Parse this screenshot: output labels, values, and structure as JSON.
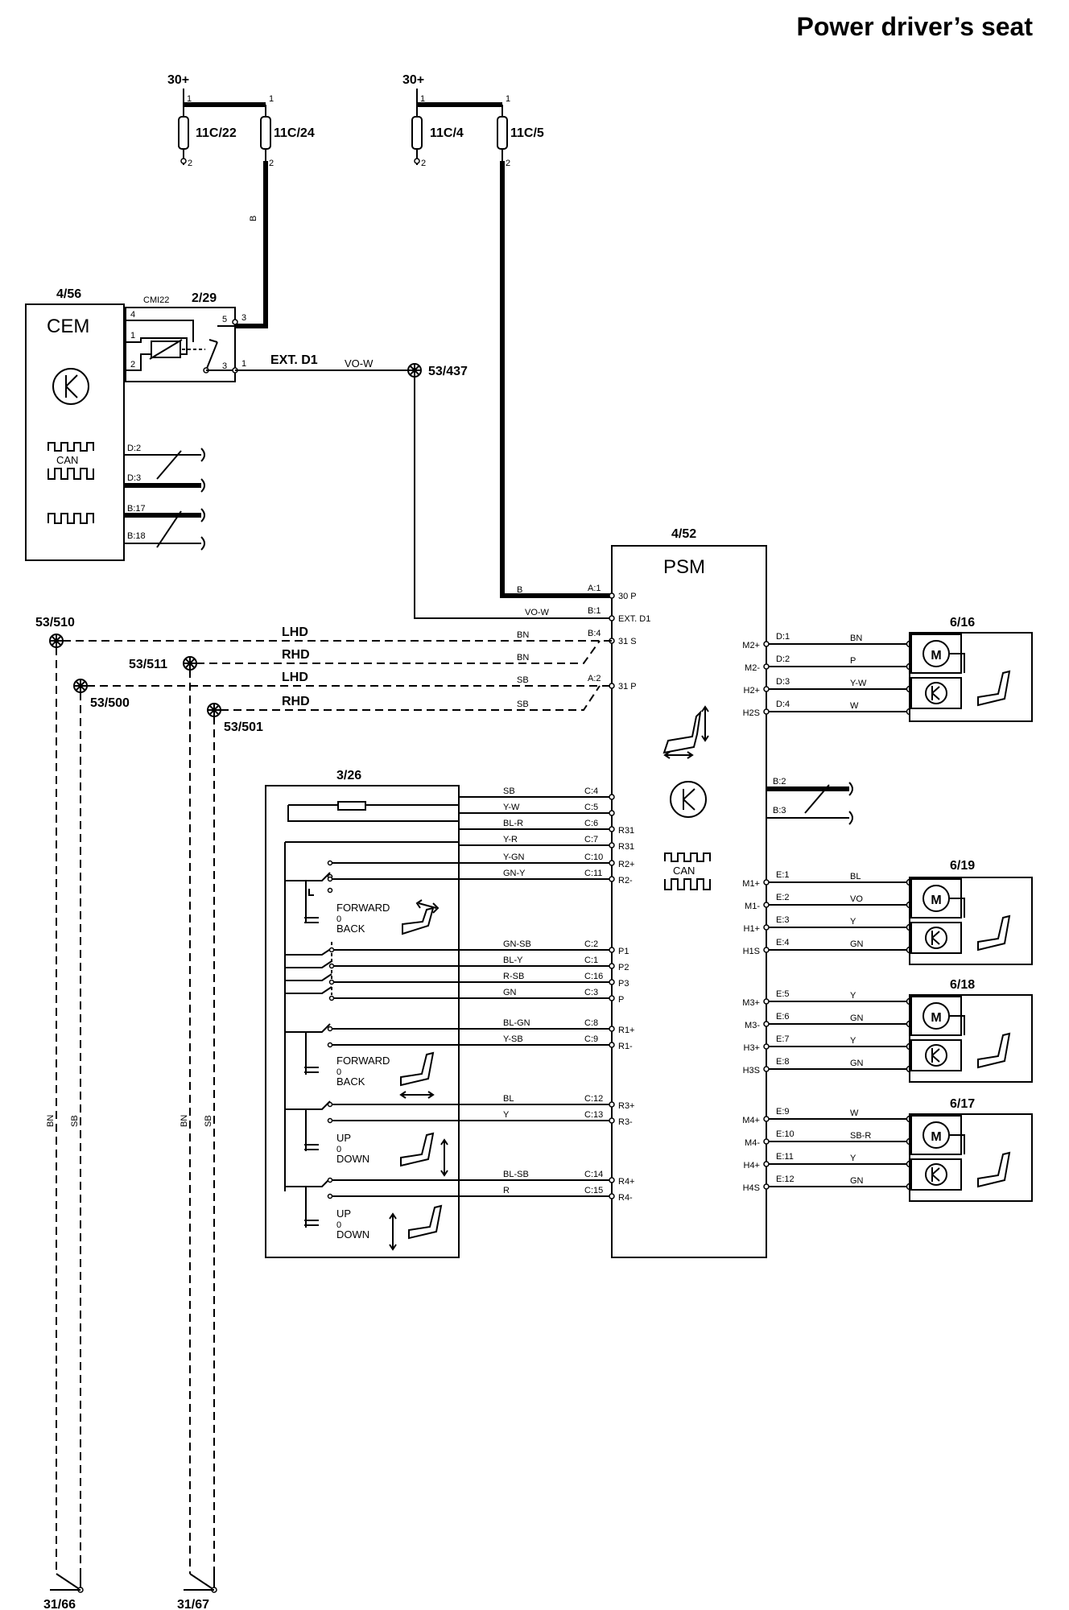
{
  "title": "Power driver’s seat",
  "fuses": [
    {
      "id": "f1",
      "label": "11C/22",
      "supply": "30+",
      "pin_top": "1",
      "pin_bottom": "2"
    },
    {
      "id": "f2",
      "label": "11C/24",
      "supply": "",
      "pin_top": "1",
      "pin_bottom": "2"
    },
    {
      "id": "f3",
      "label": "11C/4",
      "supply": "30+",
      "pin_top": "1",
      "pin_bottom": "2"
    },
    {
      "id": "f4",
      "label": "11C/5",
      "supply": "",
      "pin_top": "1",
      "pin_bottom": "2"
    }
  ],
  "cem": {
    "ref": "4/56",
    "name": "CEM",
    "can_label": "CAN",
    "relay": {
      "ref": "2/29",
      "code": "CMI22",
      "pins": [
        "4",
        "1",
        "2",
        "5",
        "3",
        "3",
        "1"
      ]
    },
    "outputs": [
      {
        "pin": "D:2"
      },
      {
        "pin": "D:3"
      },
      {
        "pin": "B:17"
      },
      {
        "pin": "B:18"
      }
    ]
  },
  "ext_d1": {
    "label": "EXT. D1",
    "color": "VO-W",
    "splice": "53/437",
    "wire_b": "B"
  },
  "psm": {
    "ref": "4/52",
    "name": "PSM",
    "can_label": "CAN",
    "inputs": [
      {
        "conn": "A:1",
        "name": "30 P",
        "color": "B"
      },
      {
        "conn": "B:1",
        "name": "EXT. D1",
        "color": "VO-W"
      },
      {
        "conn": "B:4",
        "name": "31 S",
        "color": "BN"
      },
      {
        "conn": "A:2",
        "name": "31 P",
        "color": "SB"
      }
    ],
    "bus": [
      {
        "pin": "B:2"
      },
      {
        "pin": "B:3"
      }
    ]
  },
  "grounds": [
    {
      "splice": "53/510",
      "mode": "LHD",
      "color": "BN"
    },
    {
      "splice": "53/511",
      "mode": "RHD",
      "color": "BN"
    },
    {
      "splice": "53/500",
      "mode": "LHD",
      "color": "SB"
    },
    {
      "splice": "53/501",
      "mode": "RHD",
      "color": "SB"
    }
  ],
  "ground_points": [
    {
      "label": "31/66",
      "wire1": "BN",
      "wire2": "SB"
    },
    {
      "label": "31/67",
      "wire1": "BN",
      "wire2": "SB"
    }
  ],
  "switch_unit": {
    "ref": "3/26",
    "wires": [
      {
        "color": "SB",
        "conn": "C:4",
        "pin": ""
      },
      {
        "color": "Y-W",
        "conn": "C:5",
        "pin": ""
      },
      {
        "color": "BL-R",
        "conn": "C:6",
        "pin": "R31"
      },
      {
        "color": "Y-R",
        "conn": "C:7",
        "pin": "R31"
      },
      {
        "color": "Y-GN",
        "conn": "C:10",
        "pin": "R2+"
      },
      {
        "color": "GN-Y",
        "conn": "C:11",
        "pin": "R2-"
      },
      {
        "color": "GN-SB",
        "conn": "C:2",
        "pin": "P1"
      },
      {
        "color": "BL-Y",
        "conn": "C:1",
        "pin": "P2"
      },
      {
        "color": "R-SB",
        "conn": "C:16",
        "pin": "P3"
      },
      {
        "color": "GN",
        "conn": "C:3",
        "pin": "P"
      },
      {
        "color": "BL-GN",
        "conn": "C:8",
        "pin": "R1+"
      },
      {
        "color": "Y-SB",
        "conn": "C:9",
        "pin": "R1-"
      },
      {
        "color": "BL",
        "conn": "C:12",
        "pin": "R3+"
      },
      {
        "color": "Y",
        "conn": "C:13",
        "pin": "R3-"
      },
      {
        "color": "BL-SB",
        "conn": "C:14",
        "pin": "R4+"
      },
      {
        "color": "R",
        "conn": "C:15",
        "pin": "R4-"
      }
    ],
    "switches": [
      {
        "a": "FORWARD",
        "b": "0",
        "c": "BACK"
      },
      {
        "a": "FORWARD",
        "b": "0",
        "c": "BACK"
      },
      {
        "a": "UP",
        "b": "0",
        "c": "DOWN"
      },
      {
        "a": "UP",
        "b": "0",
        "c": "DOWN"
      }
    ]
  },
  "motors": [
    {
      "ref": "6/16",
      "wires": [
        {
          "pin": "M2+",
          "conn": "D:1",
          "color": "BN"
        },
        {
          "pin": "M2-",
          "conn": "D:2",
          "color": "P"
        },
        {
          "pin": "H2+",
          "conn": "D:3",
          "color": "Y-W"
        },
        {
          "pin": "H2S",
          "conn": "D:4",
          "color": "W"
        }
      ]
    },
    {
      "ref": "6/19",
      "wires": [
        {
          "pin": "M1+",
          "conn": "E:1",
          "color": "BL"
        },
        {
          "pin": "M1-",
          "conn": "E:2",
          "color": "VO"
        },
        {
          "pin": "H1+",
          "conn": "E:3",
          "color": "Y"
        },
        {
          "pin": "H1S",
          "conn": "E:4",
          "color": "GN"
        }
      ]
    },
    {
      "ref": "6/18",
      "wires": [
        {
          "pin": "M3+",
          "conn": "E:5",
          "color": "Y"
        },
        {
          "pin": "M3-",
          "conn": "E:6",
          "color": "GN"
        },
        {
          "pin": "H3+",
          "conn": "E:7",
          "color": "Y"
        },
        {
          "pin": "H3S",
          "conn": "E:8",
          "color": "GN"
        }
      ]
    },
    {
      "ref": "6/17",
      "wires": [
        {
          "pin": "M4+",
          "conn": "E:9",
          "color": "W"
        },
        {
          "pin": "M4-",
          "conn": "E:10",
          "color": "SB-R"
        },
        {
          "pin": "H4+",
          "conn": "E:11",
          "color": "Y"
        },
        {
          "pin": "H4S",
          "conn": "E:12",
          "color": "GN"
        }
      ]
    }
  ],
  "motor_symbol": "M",
  "sensor_symbol": "K"
}
